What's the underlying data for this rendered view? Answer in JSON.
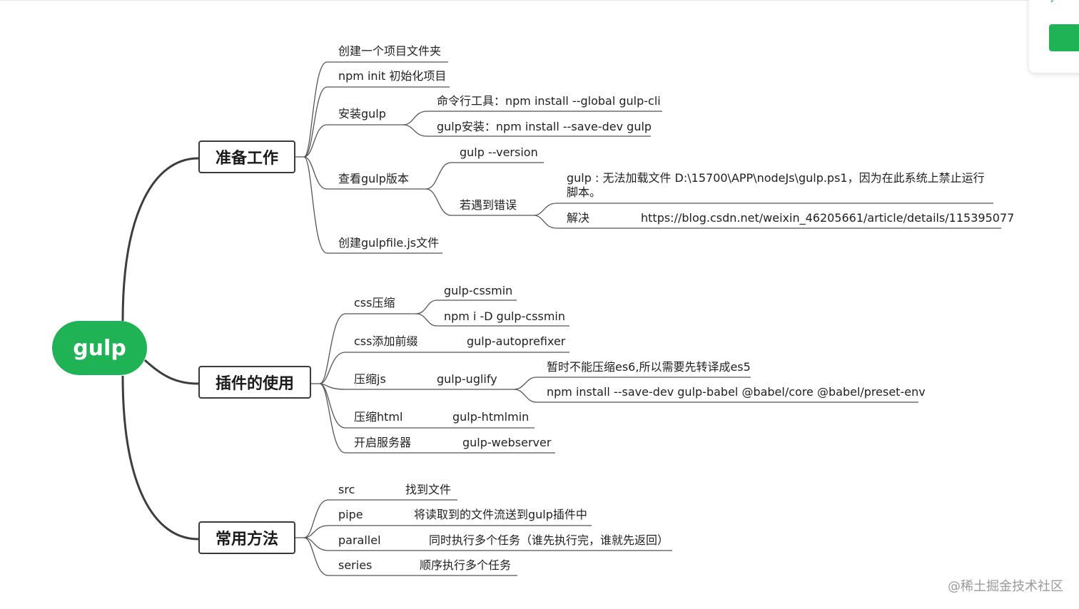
{
  "root": {
    "label": "gulp"
  },
  "branches": {
    "prep": "准备工作",
    "plugins": "插件的使用",
    "methods": "常用方法"
  },
  "prep": {
    "create_folder": "创建一个项目文件夹",
    "npm_init": "npm init 初始化项目",
    "install": {
      "label": "安装gulp",
      "cli": "命令行工具：npm install --global gulp-cli",
      "local": "gulp安装：npm install --save-dev gulp"
    },
    "version": {
      "label": "查看gulp版本",
      "cmd": "gulp --version",
      "error": {
        "label": "若遇到错误",
        "message": "gulp : 无法加载文件 D:\\15700\\APP\\nodeJs\\gulp.ps1，因为在此系统上禁止运行脚本。",
        "solution_label": "解决",
        "solution_url": "https://blog.csdn.net/weixin_46205661/article/details/115395077"
      }
    },
    "gulpfile": "创建gulpfile.js文件"
  },
  "plugins": {
    "css": {
      "label": "css压缩",
      "plugin": "gulp-cssmin",
      "install": "npm i -D gulp-cssmin"
    },
    "prefix": {
      "label": "css添加前缀",
      "plugin": "gulp-autoprefixer"
    },
    "js": {
      "label": "压缩js",
      "plugin": "gulp-uglify",
      "note": "暂时不能压缩es6,所以需要先转译成es5",
      "install": "npm install --save-dev gulp-babel @babel/core @babel/preset-env"
    },
    "html": {
      "label": "压缩html",
      "plugin": "gulp-htmlmin"
    },
    "server": {
      "label": "开启服务器",
      "plugin": "gulp-webserver"
    }
  },
  "methods": {
    "src": {
      "label": "src",
      "desc": "找到文件"
    },
    "pipe": {
      "label": "pipe",
      "desc": "将读取到的文件流送到gulp插件中"
    },
    "parallel": {
      "label": "parallel",
      "desc": "同时执行多个任务（谁先执行完，谁就先返回）"
    },
    "series": {
      "label": "series",
      "desc": "顺序执行多个任务"
    }
  },
  "watermark": "@稀土掘金技术社区",
  "colors": {
    "root": "#1fb356",
    "line": "#444444",
    "branch_border": "#3a3a3a"
  }
}
